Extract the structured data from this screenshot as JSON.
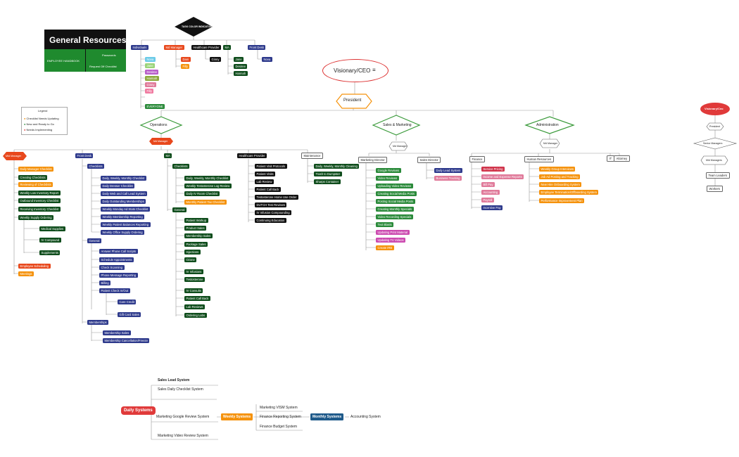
{
  "general": {
    "title": "General Resources",
    "employee_handbook": "EMPLOYEE HANDBOOK",
    "passwords": "Passwords",
    "request_off": "Request Off Checklist"
  },
  "task_colors": {
    "title": "TASK COLOR INDICATORS",
    "individuals": "Individuals",
    "individual_names": [
      "Nova",
      "Jane",
      "Desiree",
      "Hannah",
      "Ginny",
      "Filly",
      "EVERYONE"
    ],
    "md_manager": "Md Manager",
    "md_names": [
      "Dani",
      "Filly"
    ],
    "healthcare_provider": "Healthcare Provider",
    "hp_names": [
      "Ginny"
    ],
    "ma": "MA",
    "ma_names": [
      "Jane",
      "Desiree",
      "Hannah"
    ],
    "front_desk": "Front Desk",
    "fd_names": [
      "Nova"
    ]
  },
  "visionary": "Visionary/CEO",
  "president": "President",
  "legend": {
    "title": "Legend",
    "items": [
      "Checklist Needs Updating",
      "New and Ready to Go",
      "Needs Implementing"
    ]
  },
  "operations": {
    "label": "Operations",
    "md_manager": "Md Manager"
  },
  "sales_marketing": {
    "label": "Sales & Marketing",
    "md_manager": "Md Manager"
  },
  "administration": {
    "label": "Administration",
    "md_manager": "Md Manager"
  },
  "mid_manager": {
    "label": "Mid Manager",
    "items": [
      "Daily Manager Checklist",
      "Creating Checklists",
      "Reviewing of Checklists",
      "Weekly Low Inventory Report",
      "Outbound Inventory Checklist",
      "Receiving Inventory Checklist",
      "Weekly Supply Ordering"
    ],
    "supply": [
      "Medical Supplies",
      "IV Compound",
      "Supplements"
    ],
    "scheduling": "Employee Scheduling",
    "meetings": "Meetings"
  },
  "front_desk": {
    "label": "Front Desk",
    "checklists": "Checklists",
    "items": [
      "Daily, Weekly, Monthly Checklist",
      "Daily Dresser Checklist",
      "Daily Web and Call Lead System",
      "Daily Outstanding Memberships",
      "Weekly Monday Ad Stats Checklist",
      "Weekly Membership Reporting",
      "Weekly Patient Balances Reporting",
      "Weekly Office Supply Ordering"
    ],
    "general": "General",
    "gen_items": [
      "Answer Phone Call Scripts",
      "Schedule Appointments",
      "Check Scanning",
      "Phone Message Reporting",
      "Billing",
      "Patient Check In/Out"
    ],
    "care_credit": "Care Credit",
    "gift_card": "Gift Card Sales",
    "memberships": "Memberships",
    "mem_items": [
      "Membership Sales",
      "Membership Cancellation/Freeze"
    ]
  },
  "ma_col": {
    "label": "MA",
    "checklists": "Checklists",
    "items": [
      "Daily, Weekly, Monthly Checklist",
      "Weekly Testosterone Log Review",
      "Daily IV Room Checklist",
      "Monthly Patient Tax Checklist"
    ],
    "general": "General",
    "gen_items": [
      "Patient Workup",
      "Product Sales",
      "Membership Sales",
      "Package Sales",
      "Injections",
      "Ozone",
      "IV Infusions",
      "Testosterone",
      "IV Consults",
      "Patient Call Back",
      "Lab Reviews",
      "Ordering Labs"
    ]
  },
  "healthcare": {
    "label": "Healthcare Provider",
    "items": [
      "Patient Visit Protocols",
      "Patient Visits",
      "Lab Review",
      "Patient Call Back",
      "Testosterone Home Use Order",
      "DUTCH Test Reviews",
      "IV Infusion Compounding",
      "Continuing Education"
    ]
  },
  "maintenance": {
    "label": "Maintenance",
    "items": [
      "Daily, Weekly, Monthly Cleaning",
      "Trash to Dumpster",
      "Sharps Container"
    ]
  },
  "marketing_director": {
    "label": "Marketing Director",
    "items": [
      "Google Reviews",
      "Video Reviews",
      "Uploading Video Reviews",
      "Creating Social Media Posts",
      "Posting Social Media Posts",
      "Creating Monthly Specials",
      "Video Recording Specials",
      "Text Blasts",
      "Updating Print Material",
      "Updating TV Videos",
      "Create IRB"
    ]
  },
  "sales_director": {
    "label": "Sales Director",
    "items": [
      "Daily Lead System",
      "Business Tracking"
    ]
  },
  "finance": {
    "label": "Finance",
    "items": [
      "Service Pricing",
      "Income and Expense Reports",
      "Bill Pay",
      "Accounting",
      "Payroll",
      "Incentive Pay"
    ]
  },
  "hr": {
    "label": "Human Resources",
    "items": [
      "Weekly Group Interviews",
      "Job Ad Posting and Tracking",
      "New Hire Onboarding System",
      "Employee Termination/Offboarding System",
      "Performance Improvement Plan"
    ]
  },
  "it": "IT",
  "attorney": "Attorney",
  "hierarchy": [
    "Visionary/Ceo",
    "President",
    "Senior Managers",
    "Mid Managers",
    "Team Leaders",
    "Workers"
  ],
  "systems": {
    "daily": "Daily Systems",
    "weekly": "Weekly Systems",
    "monthly": "Monthly Systems",
    "sales_lead": "Sales Lead System",
    "sales_daily": "Sales Daily Checklist System",
    "google": "Marketing Google Review System",
    "video": "Marketing Video Review System",
    "vism": "Marketing VISM System",
    "fin_rep": "Finance Reporting System",
    "fin_bud": "Finance Budget System",
    "accounting": "Accounting System"
  },
  "colors": {
    "blue": "#2e3a8c",
    "green": "#0f4d1c",
    "orange": "#f5920c",
    "red": "#e8481c",
    "ceo_red": "#e03a3a"
  }
}
